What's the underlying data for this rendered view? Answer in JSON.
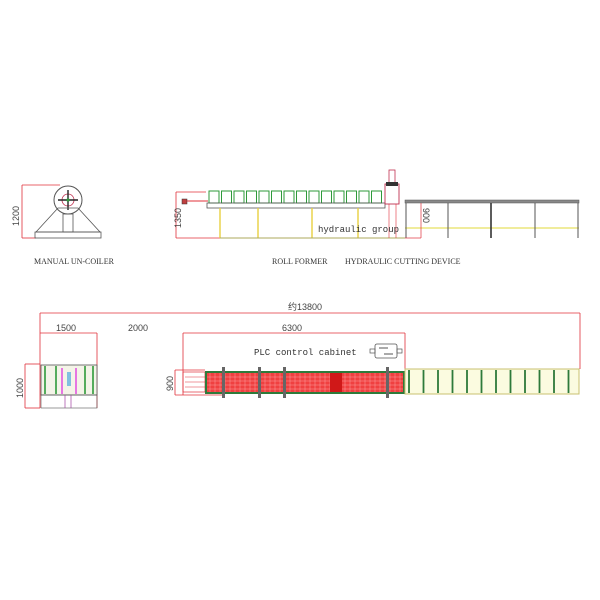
{
  "side_view": {
    "uncoiler_height": "1200",
    "roll_former_height": "1350",
    "runout_height": "900",
    "hydraulic_group_label": "hydraulic group",
    "labels": {
      "uncoiler": "MANUAL UN-COILER",
      "roll_former": "ROLL FORMER",
      "cutting": "HYDRAULIC CUTTING DEVICE"
    }
  },
  "plan_view": {
    "total_length": "约13800",
    "segment_1": "1500",
    "segment_2": "2000",
    "segment_3": "6300",
    "uncoiler_width": "1000",
    "roll_former_width": "900",
    "plc_label": "PLC control cabinet"
  },
  "colors": {
    "dimension": "#e0303a",
    "stand": "#2e9a3a",
    "frame": "#555555",
    "rail": "#e8e060",
    "roller_fill": "#f04040"
  }
}
